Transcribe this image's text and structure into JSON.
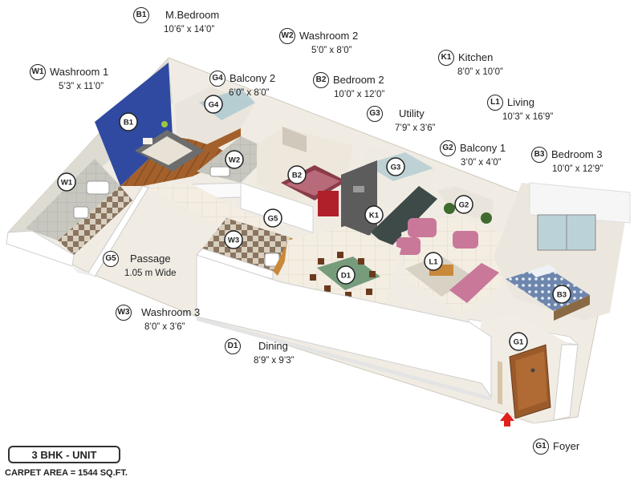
{
  "rooms": {
    "b1": {
      "code": "B1",
      "name": "M.Bedroom",
      "dims": "10’6” x 14’0”"
    },
    "w2": {
      "code": "W2",
      "name": "Washroom 2",
      "dims": "5’0” x 8’0”"
    },
    "k1": {
      "code": "K1",
      "name": "Kitchen",
      "dims": "8’0” x 10’0”"
    },
    "w1": {
      "code": "W1",
      "name": "Washroom 1",
      "dims": "5’3” x 11’0”"
    },
    "g4": {
      "code": "G4",
      "name": "Balcony 2",
      "dims": "6’0” x 8’0”"
    },
    "b2": {
      "code": "B2",
      "name": "Bedroom 2",
      "dims": "10’0” x 12’0”"
    },
    "l1": {
      "code": "L1",
      "name": "Living",
      "dims": "10’3” x 16’9”"
    },
    "g3": {
      "code": "G3",
      "name": "Utility",
      "dims": "7’9” x 3’6”"
    },
    "g2": {
      "code": "G2",
      "name": "Balcony 1",
      "dims": "3’0” x 4’0”"
    },
    "b3": {
      "code": "B3",
      "name": "Bedroom 3",
      "dims": "10’0” x 12’9”"
    },
    "g5": {
      "code": "G5",
      "name": "Passage",
      "dims": "1.05 m Wide"
    },
    "w3": {
      "code": "W3",
      "name": "Washroom 3",
      "dims": "8’0” x 3’6”"
    },
    "d1": {
      "code": "D1",
      "name": "Dining",
      "dims": "8’9” x 9’3”"
    },
    "g1": {
      "code": "G1",
      "name": "Foyer",
      "dims": ""
    }
  },
  "unit": {
    "title": "3 BHK - UNIT",
    "carpet": "CARPET AREA = 1544 SQ.FT."
  },
  "colors": {
    "accent_wall": "#2f4aa0",
    "wood": "#9a5a2a",
    "bed_cover": "#4a6fa0",
    "sofa": "#c9789a",
    "appliance": "#b0202a",
    "entry_marker": "#e0201a"
  }
}
